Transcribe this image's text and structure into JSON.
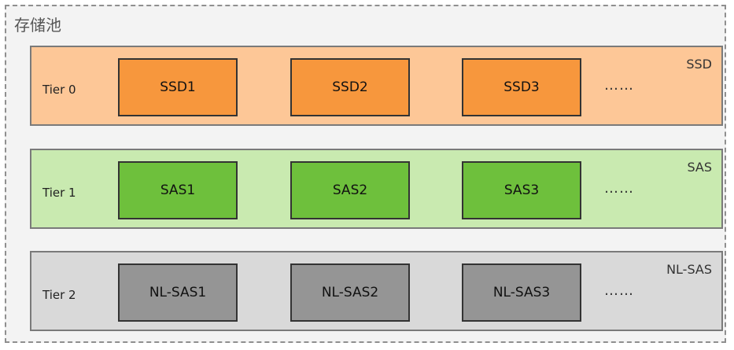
{
  "pool": {
    "title": "存储池"
  },
  "tiers": [
    {
      "label": "Tier 0",
      "kind": "SSD",
      "disks": [
        "SSD1",
        "SSD2",
        "SSD3"
      ],
      "more": "……"
    },
    {
      "label": "Tier 1",
      "kind": "SAS",
      "disks": [
        "SAS1",
        "SAS2",
        "SAS3"
      ],
      "more": "……"
    },
    {
      "label": "Tier 2",
      "kind": "NL-SAS",
      "disks": [
        "NL-SAS1",
        "NL-SAS2",
        "NL-SAS3"
      ],
      "more": "……"
    }
  ],
  "colors": {
    "ssd_band": "#fdc797",
    "ssd_disk": "#f7973d",
    "sas_band": "#c9eab0",
    "sas_disk": "#6ec03c",
    "nl_sas_band": "#d9d9d9",
    "nl_sas_disk": "#959595"
  }
}
